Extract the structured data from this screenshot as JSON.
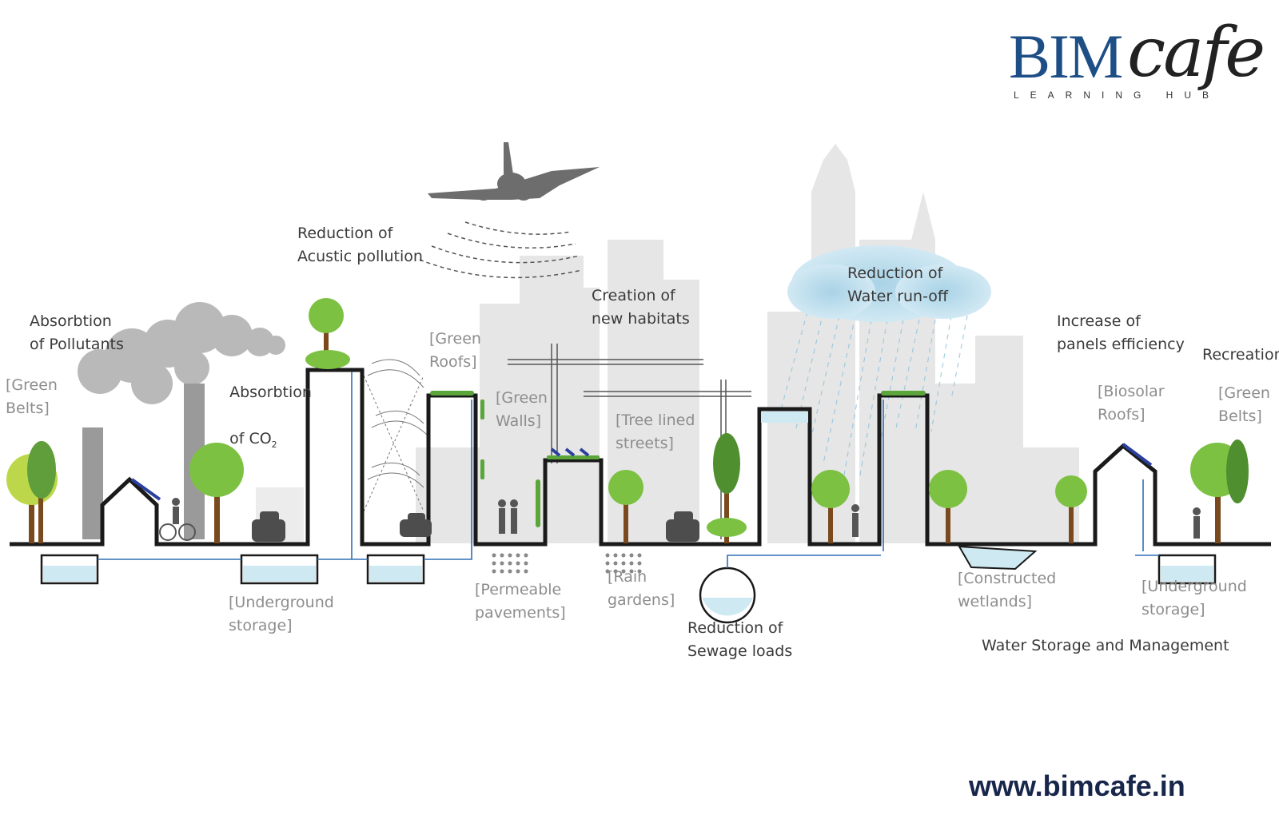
{
  "brand": {
    "name_main": "BIM",
    "name_script": "cafe",
    "tagline": "LEARNING HUB",
    "website": "www.bimcafe.in"
  },
  "labels": {
    "pollutants": "Absorbtion\nof Pollutants",
    "green_belts_left": "[Green\nBelts]",
    "co2_line1": "Absorbtion",
    "co2_line2": "of CO",
    "co2_sub": "2",
    "acoustic": "Reduction of\nAcustic pollution",
    "green_roofs": "[Green\nRoofs]",
    "green_walls": "[Green\nWalls]",
    "habitats": "Creation of\nnew habitats",
    "tree_lined": "[Tree lined\nstreets]",
    "water_runoff": "Reduction of\nWater run-off",
    "panels": "Increase of\npanels efficiency",
    "recreation": "Recreation",
    "biosolar": "[Biosolar\nRoofs]",
    "green_belts_right": "[Green\nBelts]",
    "underground_left": "[Underground\nstorage]",
    "permeable": "[Permeable\npavements]",
    "rain_gardens": "[Rain\ngardens]",
    "sewage": "Reduction of\nSewage loads",
    "wetlands": "[Constructed\nwetlands]",
    "underground_right": "[Underground\nstorage]",
    "water_mgmt": "Water Storage and Management"
  },
  "colors": {
    "brand_blue": "#1d4e86",
    "water": "#cfe9f2",
    "pipe": "#2f6fb3",
    "tree_green": "#7cc142",
    "trunk": "#7a4a1e",
    "skyline": "#e4e4e4",
    "ground": "#1a1a1a"
  }
}
